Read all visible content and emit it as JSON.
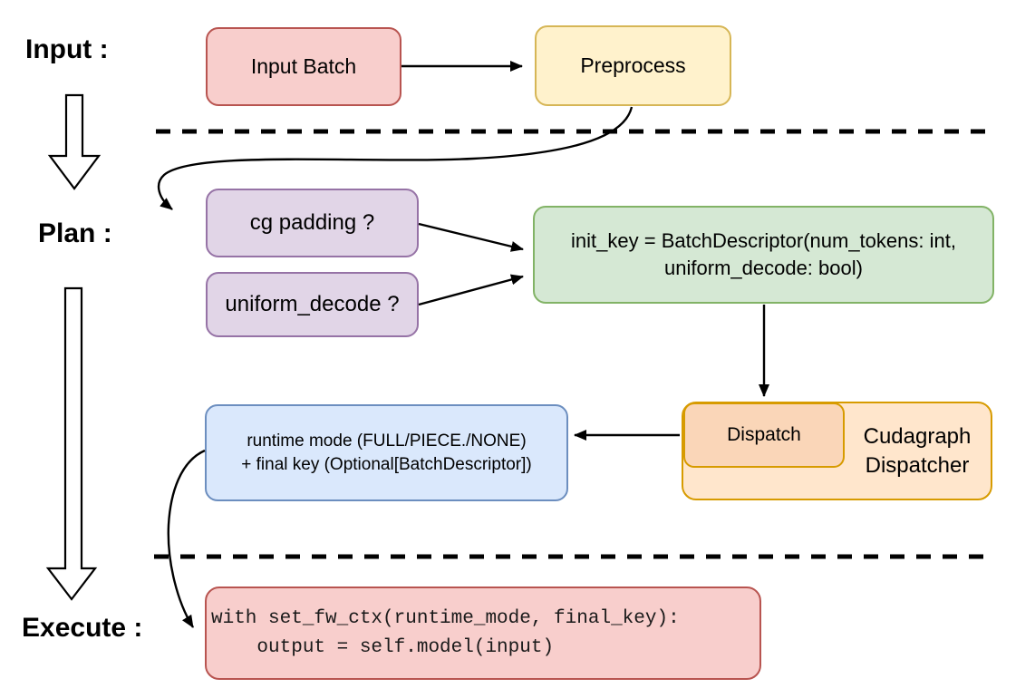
{
  "diagram": {
    "title_context": "cudagraph dispatch flow",
    "stage_labels": {
      "input": "Input :",
      "plan": "Plan :",
      "execute": "Execute :"
    },
    "nodes": {
      "input_batch": {
        "label": "Input Batch",
        "fill": "#F8CECC",
        "border": "#B85450"
      },
      "preprocess": {
        "label": "Preprocess",
        "fill": "#FFF2CC",
        "border": "#D6B656"
      },
      "cg_padding": {
        "label": "cg padding ?",
        "fill": "#E1D5E7",
        "border": "#9673A6"
      },
      "uniform_decode": {
        "label": "uniform_decode ?",
        "fill": "#E1D5E7",
        "border": "#9673A6"
      },
      "init_key": {
        "line1": "init_key = BatchDescriptor(num_tokens: int,",
        "line2": "uniform_decode: bool)",
        "fill": "#D5E8D4",
        "border": "#82B366"
      },
      "dispatch": {
        "label": "Dispatch",
        "fill": "#FAD6B8",
        "border": "#D79B00"
      },
      "cudagraph_dispatcher": {
        "label": "Cudagraph Dispatcher",
        "fill": "#FFE6CC",
        "border": "#D79B00"
      },
      "runtime_mode": {
        "line1": "runtime mode (FULL/PIECE./NONE)",
        "line2": "+ final key (Optional[BatchDescriptor])",
        "fill": "#DAE8FC",
        "border": "#6C8EBF"
      },
      "execute_code": {
        "line1": "with set_fw_ctx(runtime_mode, final_key):",
        "line2": "    output = self.model(input)",
        "fill": "#F8CECC",
        "border": "#B85450"
      }
    },
    "colors": {
      "connector": "#000000",
      "separator": "#000000",
      "stage_arrow_fill": "#FFFFFF",
      "stage_arrow_stroke": "#000000",
      "text": "#000000"
    }
  }
}
